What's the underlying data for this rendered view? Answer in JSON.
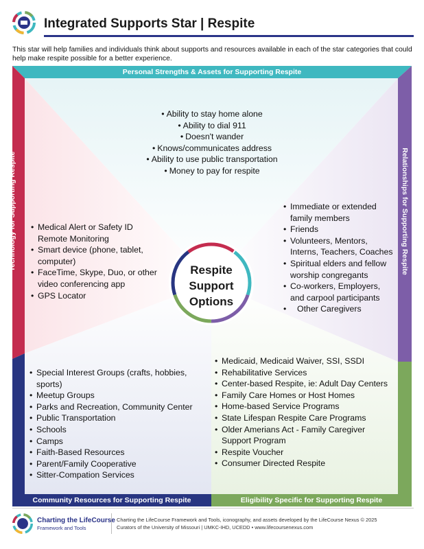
{
  "header": {
    "title": "Integrated Supports Star | Respite"
  },
  "intro": "This star will help families and individuals think about supports and resources available in each of the star categories that could help make respite possible for a better experience.",
  "colors": {
    "teal": "#3fb8c0",
    "purple": "#7d5ea8",
    "green": "#7ca85c",
    "navy": "#283581",
    "crimson": "#c42c4f",
    "rule": "#2b3488"
  },
  "sections": {
    "top": {
      "label": "Personal Strengths & Assets for Supporting Respite",
      "items": [
        "Ability to stay home alone",
        "Ability to dial 911",
        "Doesn't wander",
        "Knows/communicates address",
        "Ability to use public transportation",
        "Money to pay for respite"
      ]
    },
    "right": {
      "label": "Relationships for Supporting Respite",
      "items": [
        "Immediate or extended family members",
        "Friends",
        "Volunteers, Mentors, Interns, Teachers, Coaches",
        "Spiritual elders and fellow worship congregants",
        "Co-workers, Employers, and carpool participants"
      ],
      "extra": "Other Caregivers"
    },
    "left": {
      "label": "Technology for Supporting Respite",
      "items": [
        "Medical Alert or Safety ID Remote Monitoring",
        "Smart device (phone, tablet, computer)",
        "FaceTime, Skype, Duo, or other video conferencing app",
        "GPS Locator"
      ]
    },
    "bottom_left": {
      "label": "Community Resources for Supporting Respite",
      "items": [
        "Special Interest Groups (crafts, hobbies, sports)",
        "Meetup Groups",
        "Parks and Recreation, Community Center",
        "Public Transportation",
        "Schools",
        "Camps",
        "Faith-Based Resources",
        "Parent/Family Cooperative",
        "Sitter-Compation Services"
      ]
    },
    "bottom_right": {
      "label": "Eligibility Specific for Supporting Respite",
      "items": [
        "Medicaid, Medicaid Waiver, SSI, SSDI",
        "Rehabilitative Services",
        "Center-based Respite, ie: Adult Day Centers",
        "Family Care Homes or Host Homes",
        "Home-based Service Programs",
        "State Lifespan Respite Care Programs",
        "Older Amerians Act - Family Caregiver Support Program",
        "Respite Voucher",
        "Consumer Directed Respite"
      ]
    }
  },
  "center": {
    "line1": "Respite",
    "line2": "Support",
    "line3": "Options"
  },
  "footer": {
    "brand": "Charting the LifeCourse",
    "brand_sub": "Framework and Tools",
    "line1": "Charting the LifeCourse Framework and Tools, iconography, and assets developed by the LifeCourse Nexus © 2025",
    "line2": "Curators of the University of Missouri | UMKC-IHD, UCEDD • www.lifecoursenexus.com"
  }
}
